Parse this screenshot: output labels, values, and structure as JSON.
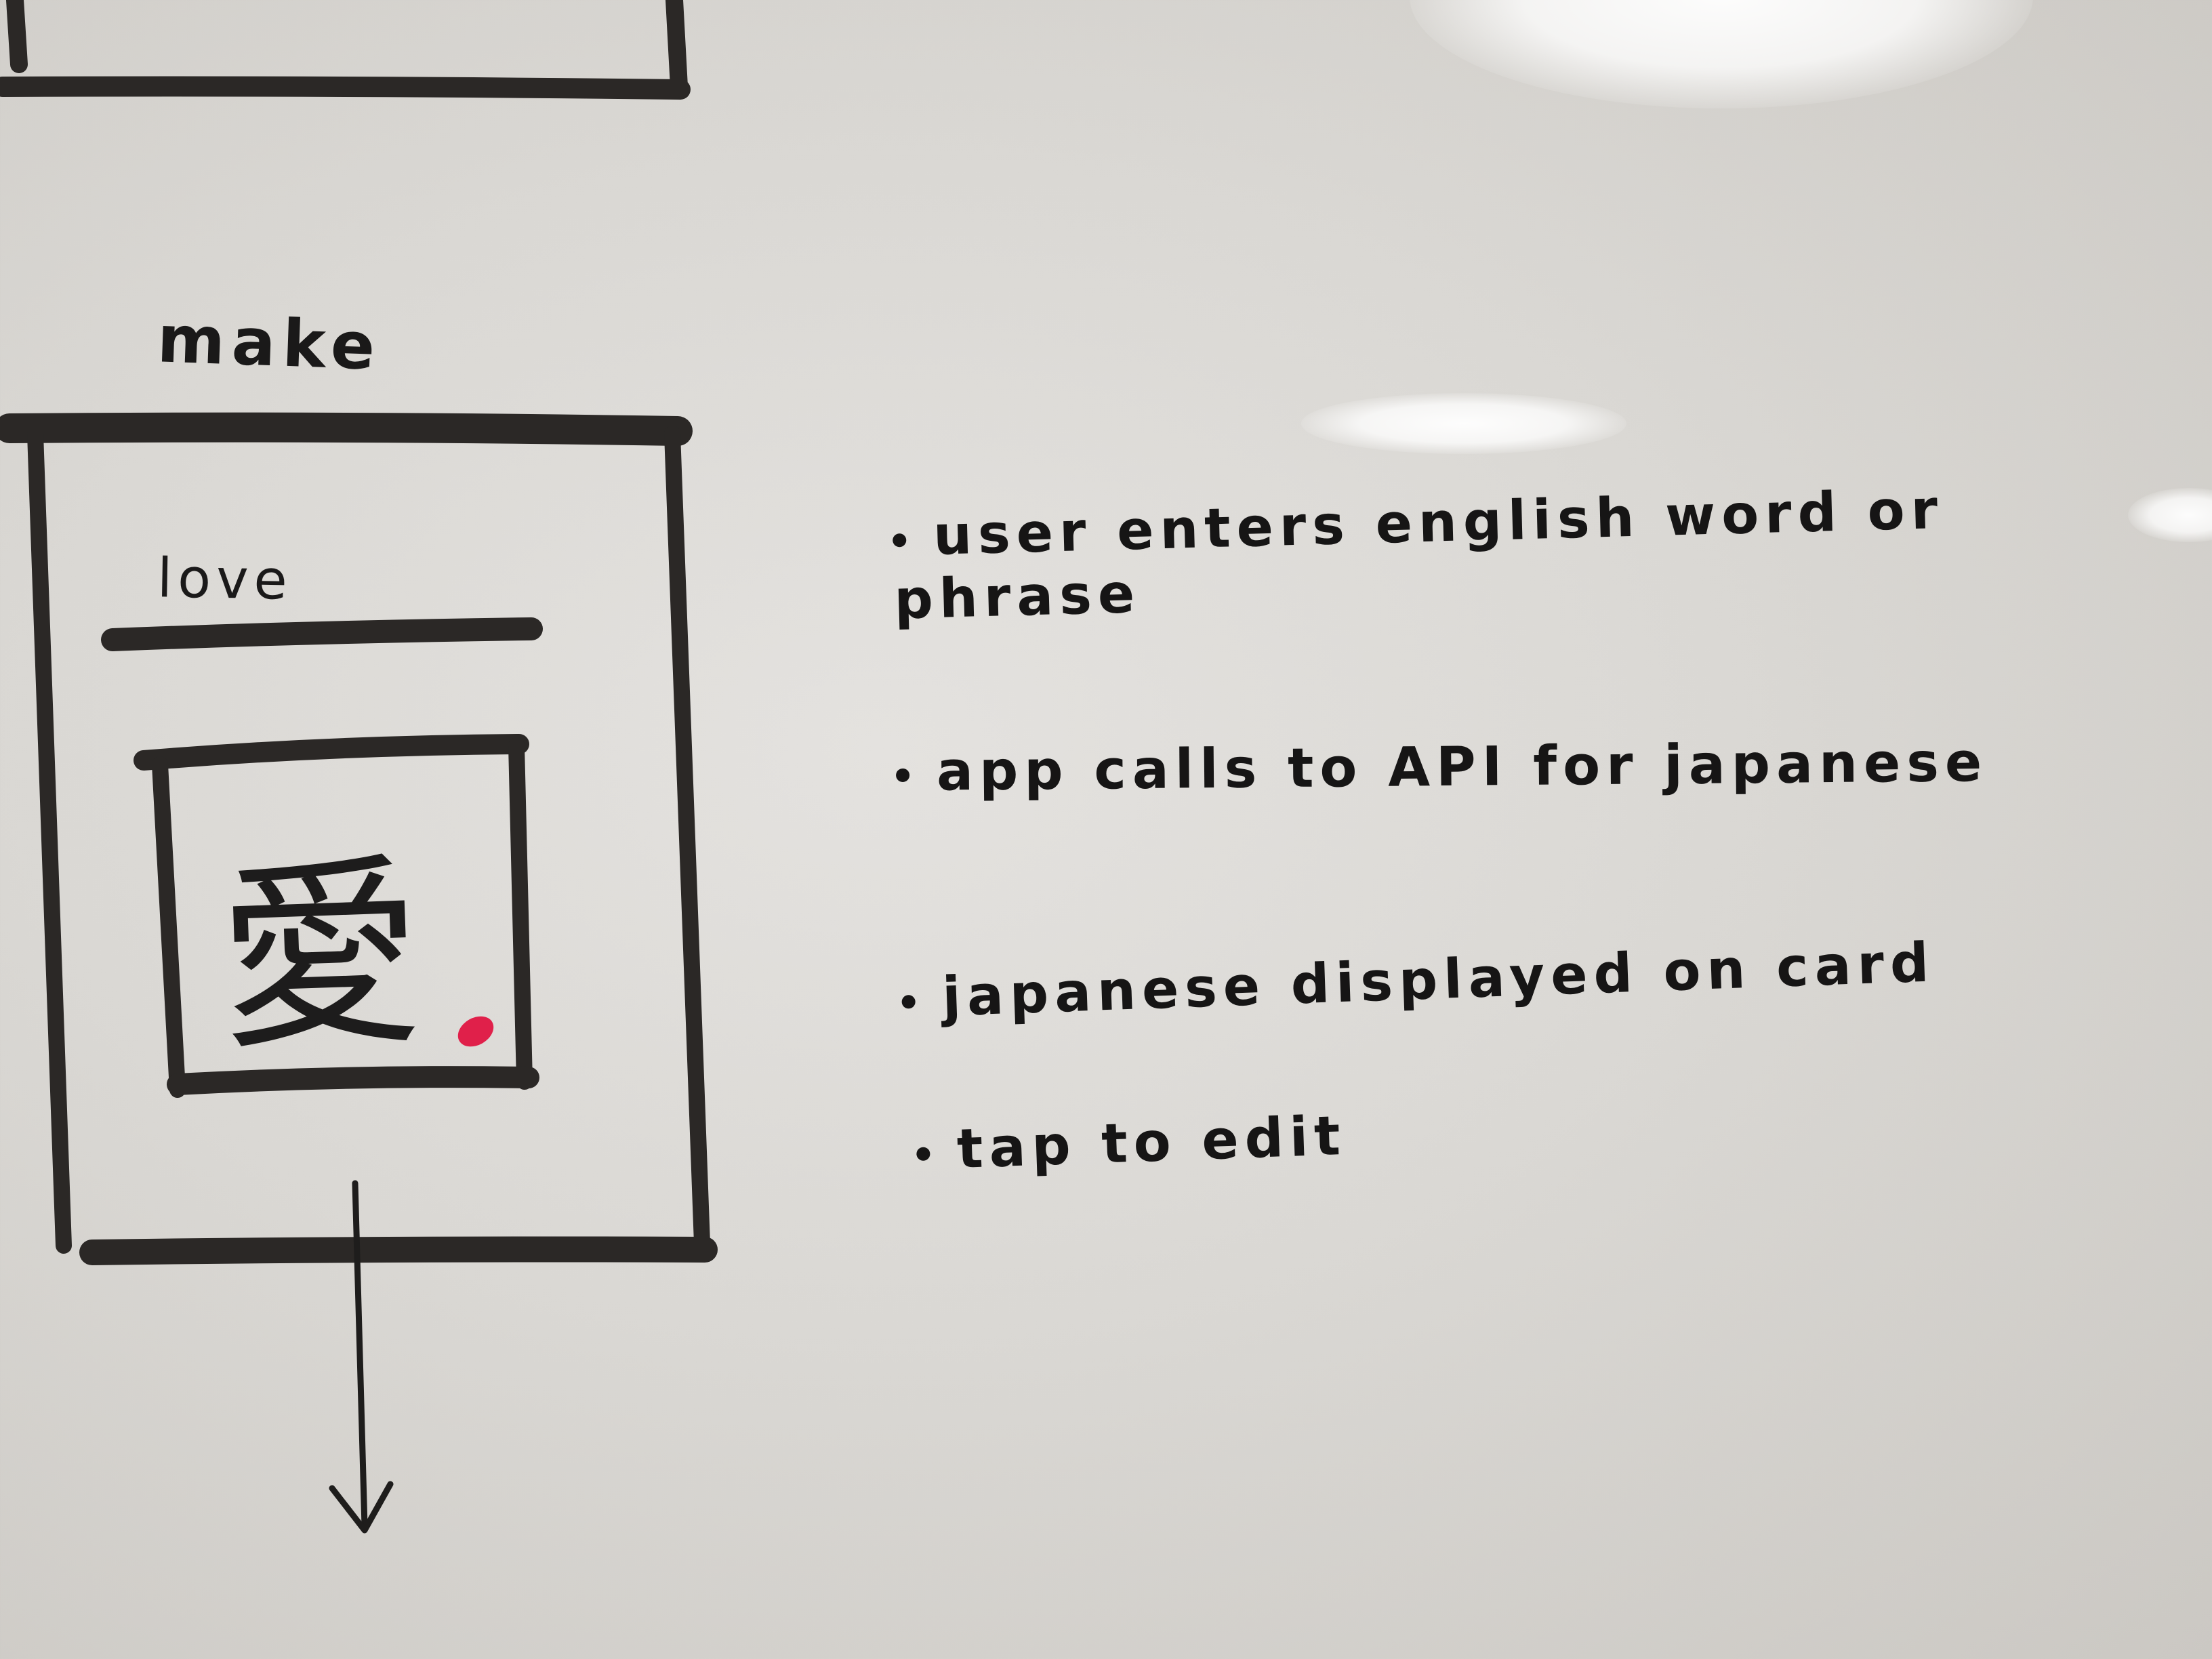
{
  "sketch": {
    "screen_title": "make",
    "input_value": "love",
    "card_kanji": "愛",
    "notes": [
      "user enters english word or phrase",
      "app calls to API for japanese",
      "japanese displayed on card",
      "tap to edit"
    ],
    "colors": {
      "marker": "#1a1919",
      "frame_marker": "#2b2826",
      "accent_dot": "#e0204a",
      "board": "#dad8d4"
    }
  }
}
